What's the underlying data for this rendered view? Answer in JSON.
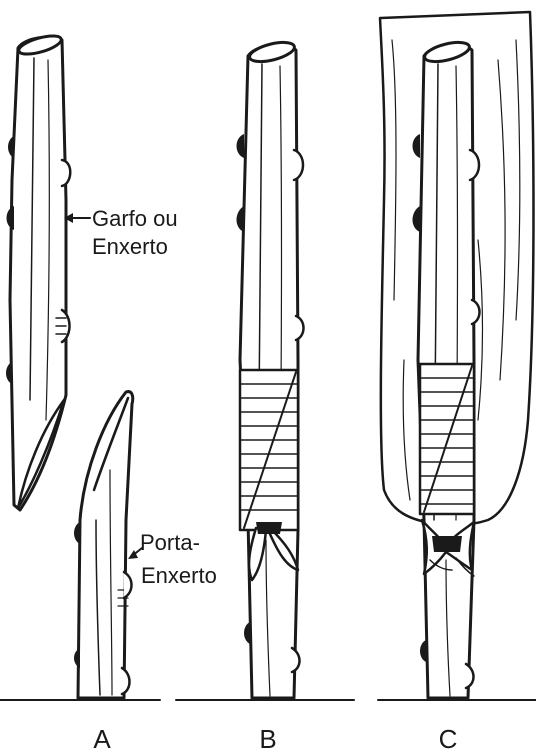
{
  "figure": {
    "labels": {
      "scion": "Garfo ou",
      "scion_2": "Enxerto",
      "rootstock": "Porta-",
      "rootstock_2": "Enxerto"
    },
    "panels": [
      {
        "id": "panel-a",
        "caption": "A"
      },
      {
        "id": "panel-b",
        "caption": "B"
      },
      {
        "id": "panel-c",
        "caption": "C"
      }
    ]
  }
}
